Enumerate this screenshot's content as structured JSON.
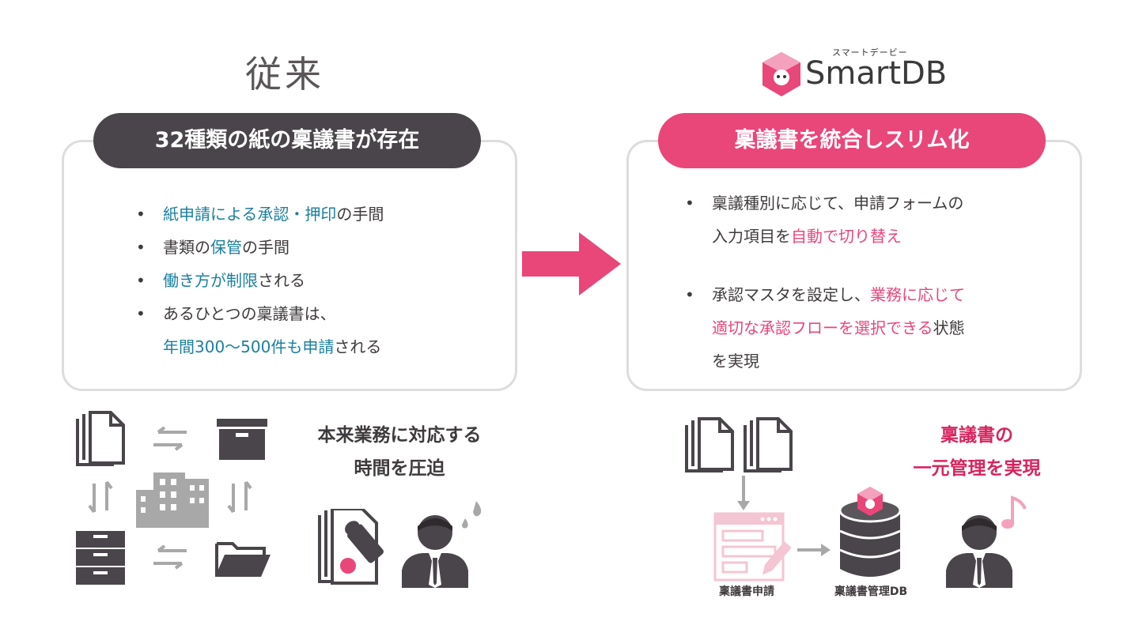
{
  "left": {
    "heading": "従来",
    "pill": "32種類の紙の稟議書が存在",
    "bullets": [
      {
        "dot": "•",
        "parts": [
          {
            "t": "紙申請による承認・押印",
            "c": "teal"
          },
          {
            "t": "の手間",
            "c": ""
          }
        ]
      },
      {
        "dot": "•",
        "parts": [
          {
            "t": "書類の",
            "c": ""
          },
          {
            "t": "保管",
            "c": "teal"
          },
          {
            "t": "の手間",
            "c": ""
          }
        ]
      },
      {
        "dot": "•",
        "parts": [
          {
            "t": "働き方が制限",
            "c": "teal"
          },
          {
            "t": "される",
            "c": ""
          }
        ]
      },
      {
        "dot": "•",
        "parts": [
          {
            "t": "あるひとつの稟議書は、",
            "c": ""
          }
        ]
      }
    ],
    "bullet_cont": [
      {
        "t": "年間300〜500件も申請",
        "c": "teal"
      },
      {
        "t": "される",
        "c": ""
      }
    ],
    "caption_line1": "本来業務に対応する",
    "caption_line2": "時間を圧迫"
  },
  "right": {
    "logo_kana": "スマートデービー",
    "logo_text": "SmartDB",
    "pill": "稟議書を統合しスリム化",
    "b1_dot": "•",
    "b1_line1": "稟議種別に応じて、申請フォームの",
    "b1_line2a": "入力項目を",
    "b1_line2b": "自動で切り替え",
    "b2_dot": "•",
    "b2_line1a": "承認マスタを設定し、",
    "b2_line1b": "業務に応じて",
    "b2_line2a": "適切な承認フローを選択できる",
    "b2_line2b": "状態",
    "b2_line3": "を実現",
    "form_label": "稟議書申請",
    "db_label": "稟議書管理DB",
    "caption_line1": "稟議書の",
    "caption_line2": "一元管理を実現"
  },
  "colors": {
    "pink": "#e9467a",
    "dark": "#4a454a",
    "teal": "#1a7fa0",
    "gray": "#a8a8a8",
    "border": "#dddddd"
  },
  "icons": [
    "document-stack-icon",
    "swap-arrows-icon",
    "storage-box-icon",
    "building-icon",
    "drawer-cabinet-icon",
    "folder-icon",
    "stamp-icon",
    "businessman-icon",
    "sweat-drop-icon",
    "arrow-right-icon",
    "form-icon",
    "pencil-icon",
    "database-icon",
    "music-note-icon",
    "smartdb-logo-icon"
  ]
}
